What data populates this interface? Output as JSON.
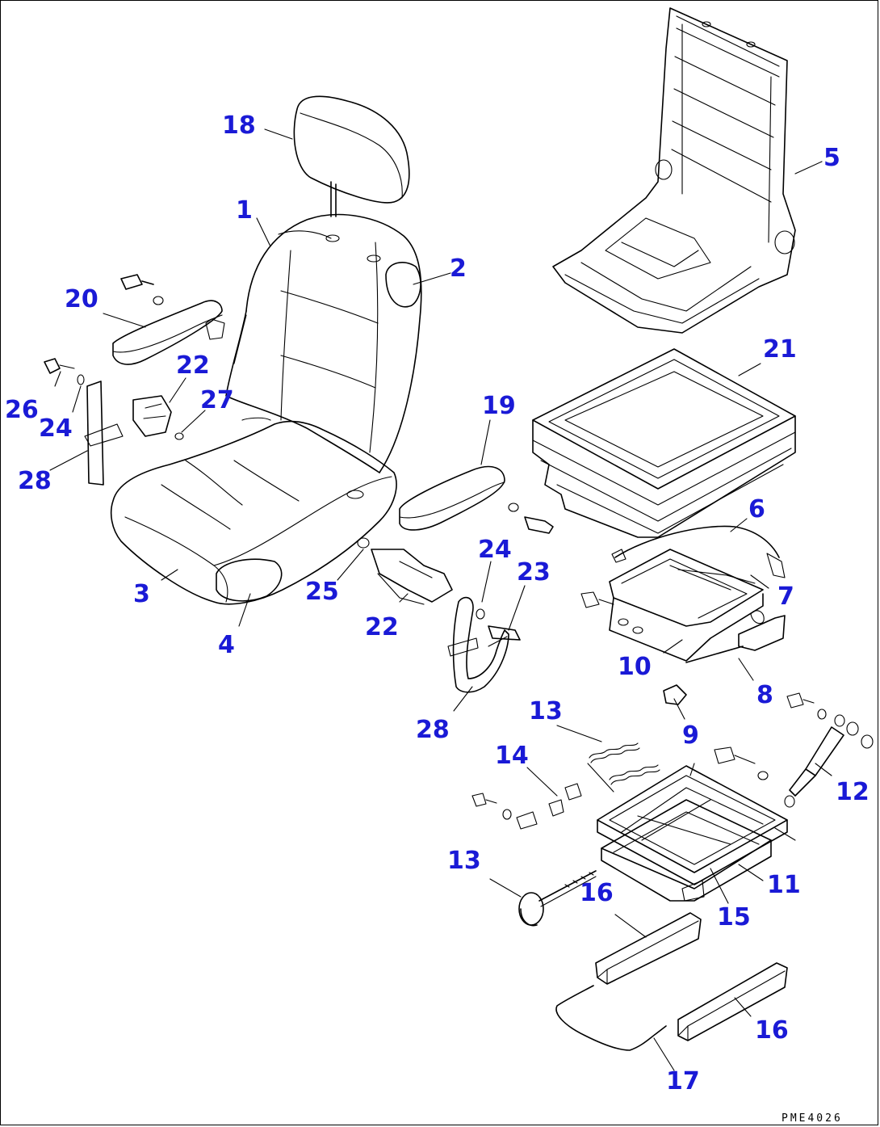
{
  "callouts": [
    "1",
    "2",
    "3",
    "4",
    "5",
    "6",
    "7",
    "8",
    "9",
    "10",
    "11",
    "12",
    "13",
    "13",
    "14",
    "15",
    "16",
    "16",
    "17",
    "18",
    "19",
    "20",
    "21",
    "22",
    "22",
    "23",
    "24",
    "24",
    "25",
    "26",
    "27",
    "28",
    "28"
  ],
  "drawing_code": "PME4026",
  "callout_color": "#1a1ad6",
  "line_color": "#000000"
}
